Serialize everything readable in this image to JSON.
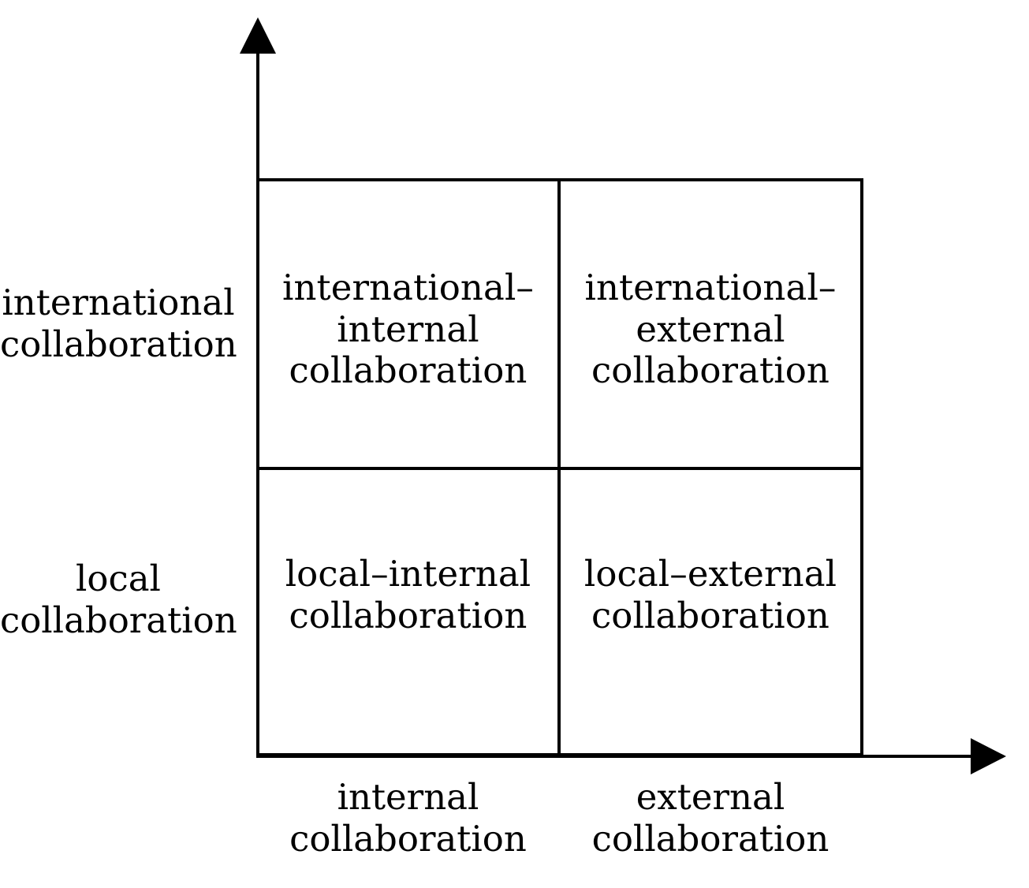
{
  "chart_data": {
    "type": "table",
    "title": "",
    "subtitle": "",
    "xlabel": "",
    "ylabel": "",
    "layout": "2x2-matrix",
    "grid": true,
    "legend": "none",
    "x_categories": [
      "internal\ncollaboration",
      "external\ncollaboration"
    ],
    "y_categories": [
      "international\ncollaboration",
      "local\ncollaboration"
    ],
    "cells": [
      {
        "row": "international collaboration",
        "col": "internal collaboration",
        "label": "international–\ninternal\ncollaboration"
      },
      {
        "row": "international collaboration",
        "col": "external collaboration",
        "label": "international–\nexternal\ncollaboration"
      },
      {
        "row": "local collaboration",
        "col": "internal collaboration",
        "label": "local–internal\ncollaboration"
      },
      {
        "row": "local collaboration",
        "col": "external collaboration",
        "label": "local–external\ncollaboration"
      }
    ]
  },
  "matrix": {
    "quadrant_top_left": "international–\ninternal\ncollaboration",
    "quadrant_top_right": "international–\nexternal\ncollaboration",
    "quadrant_bottom_left": "local–internal\ncollaboration",
    "quadrant_bottom_right": "local–external\ncollaboration"
  },
  "axes": {
    "y_top_label": "international\ncollaboration",
    "y_bottom_label": "local\ncollaboration",
    "x_left_label": "internal\ncollaboration",
    "x_right_label": "external\ncollaboration",
    "y_arrow": "arrow-up-icon",
    "x_arrow": "arrow-right-icon"
  },
  "colors": {
    "background": "#ffffff",
    "stroke": "#000000",
    "text": "#000000"
  }
}
